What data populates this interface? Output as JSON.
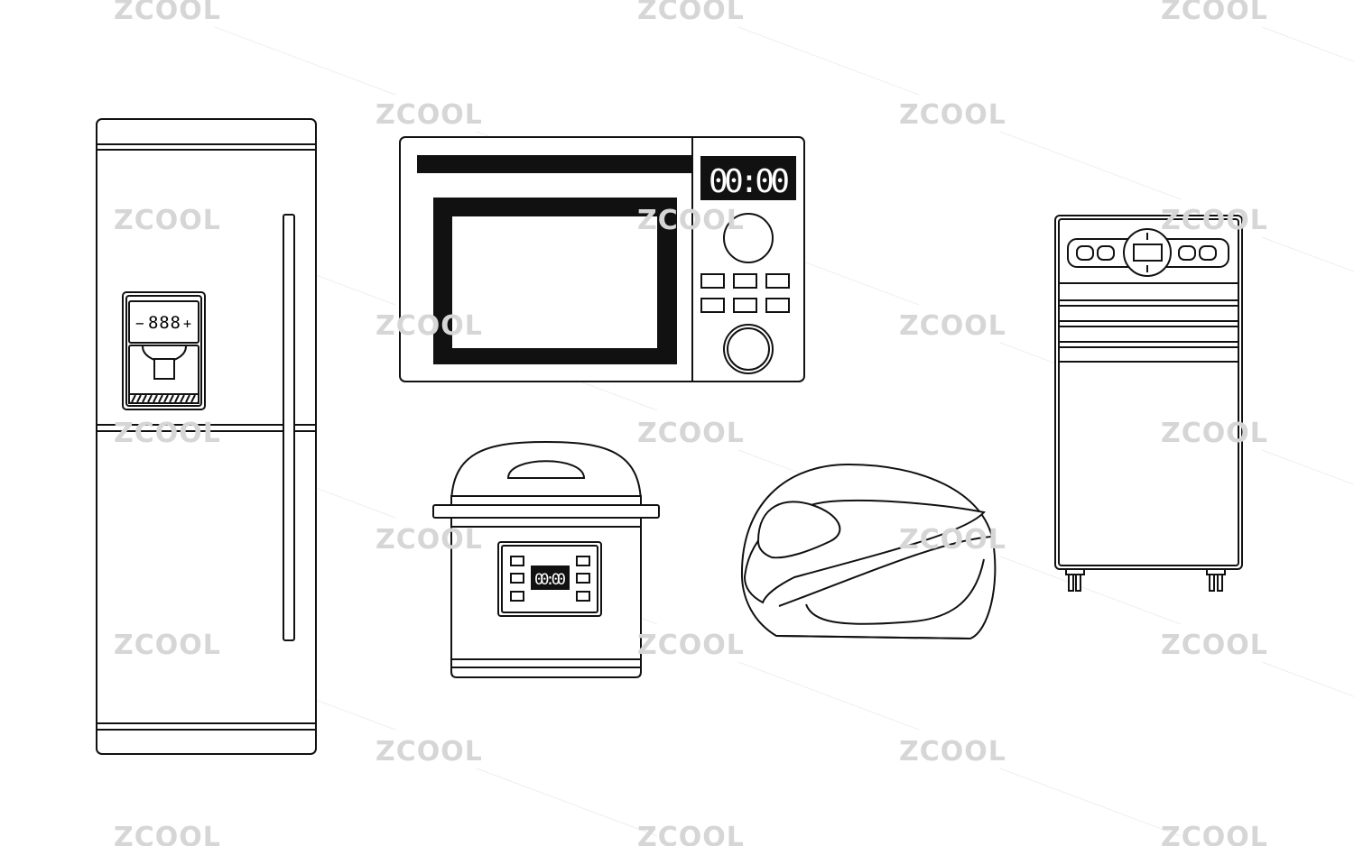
{
  "watermark": {
    "text": "ZCOOL",
    "color": "#d6d6d6"
  },
  "fridge": {
    "display": "888",
    "minus": "−",
    "plus": "+"
  },
  "microwave": {
    "display": "00:00"
  },
  "cooker": {
    "display": "00:00"
  },
  "colors": {
    "line": "#111111",
    "background": "#ffffff"
  }
}
